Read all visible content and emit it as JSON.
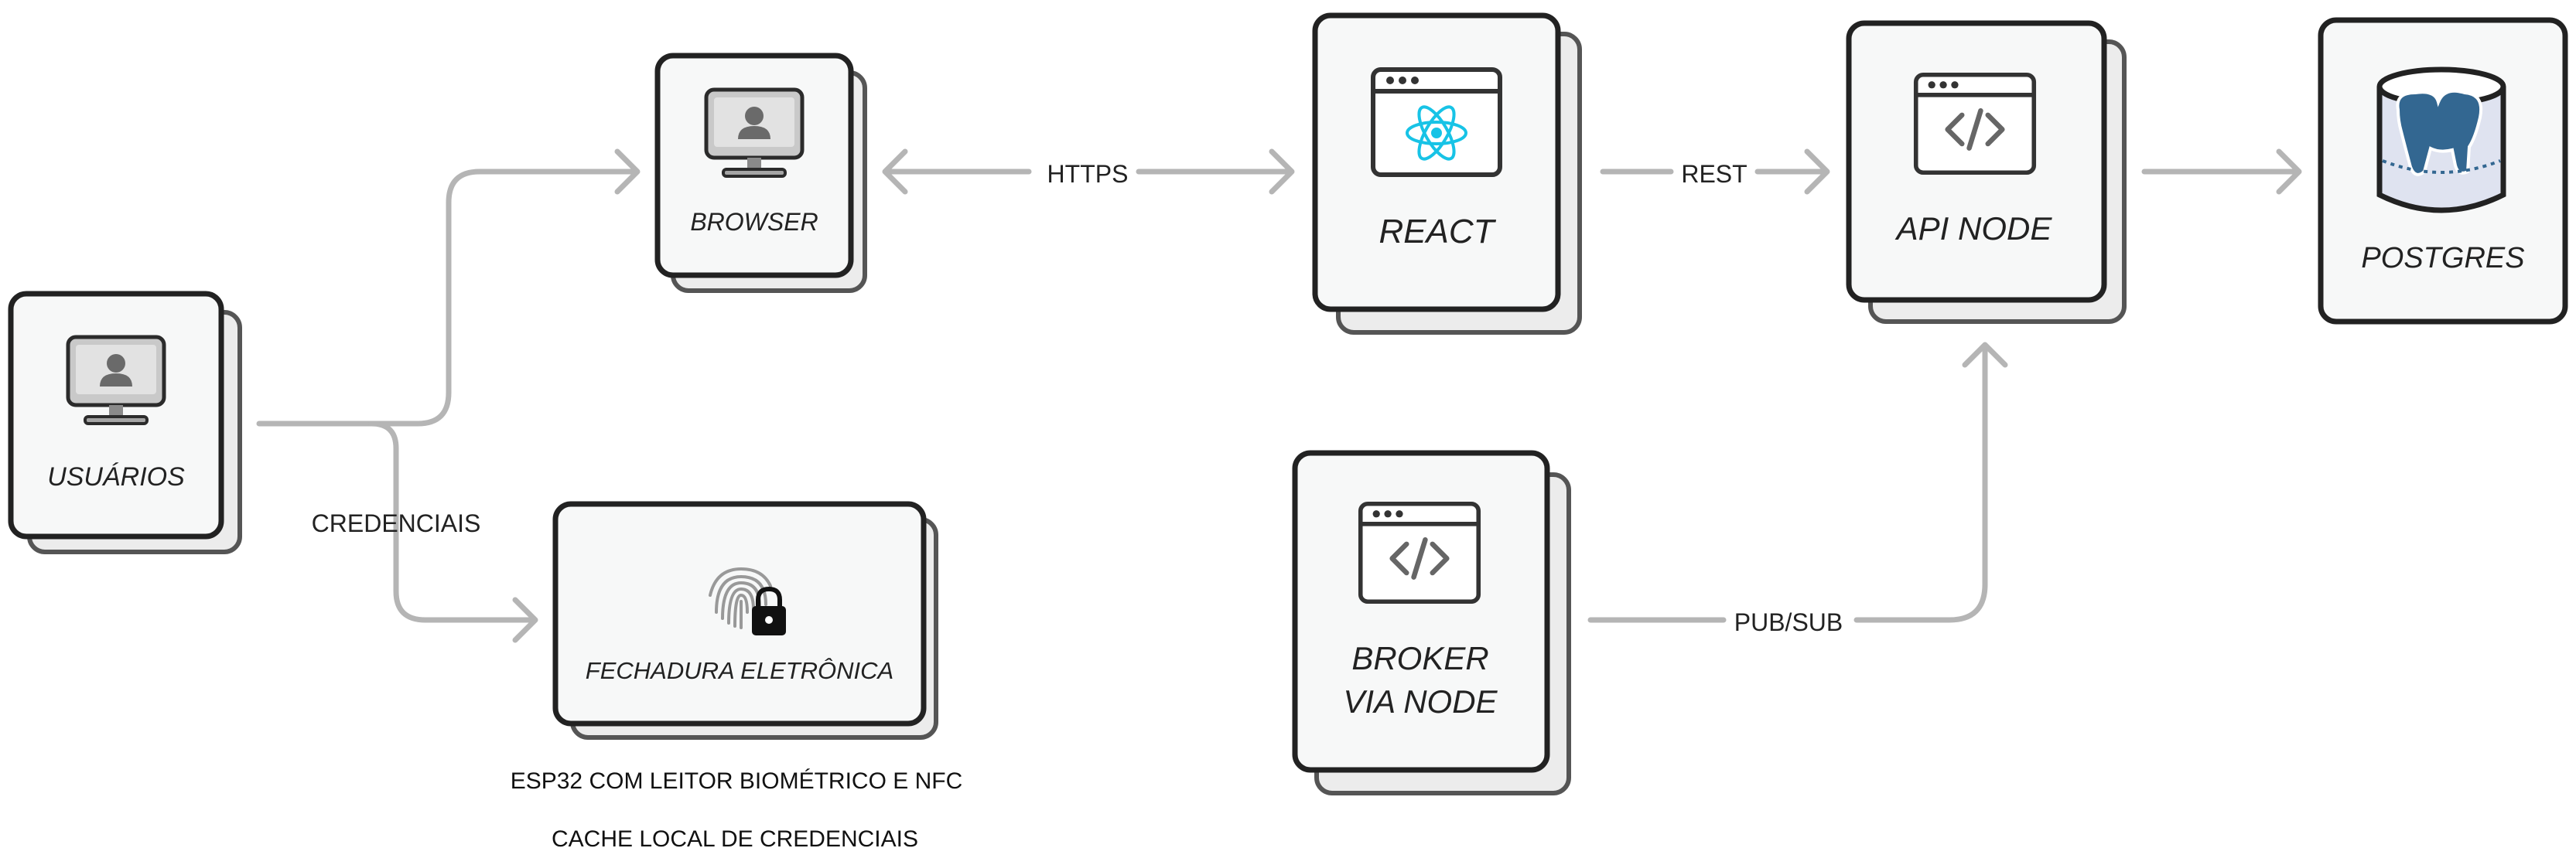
{
  "nodes": {
    "usuarios": {
      "label": "USUÁRIOS"
    },
    "browser": {
      "label": "BROWSER"
    },
    "fechadura": {
      "label": "FECHADURA ELETRÔNICA",
      "notes": [
        "ESP32 COM LEITOR BIOMÉTRICO E NFC",
        "CACHE LOCAL DE CREDENCIAIS"
      ]
    },
    "react": {
      "label": "REACT"
    },
    "api_node": {
      "label": "API NODE"
    },
    "postgres": {
      "label": "POSTGRES"
    },
    "broker": {
      "label_lines": [
        "BROKER",
        "VIA NODE"
      ]
    }
  },
  "edges": {
    "https": "HTTPS",
    "rest": "REST",
    "credenciais": "CREDENCIAIS",
    "pubsub": "PUB/SUB"
  },
  "icons": {
    "usuarios": "monitor-user-icon",
    "browser": "monitor-user-icon",
    "fechadura": "fingerprint-lock-icon",
    "react": "react-window-icon",
    "api_node": "code-window-icon",
    "broker": "code-window-icon",
    "postgres": "postgres-database-icon"
  },
  "colors": {
    "box_border": "#222222",
    "box_fill": "#f7f8f8",
    "shadow_fill": "#ececec",
    "shadow_border": "#555555",
    "connector": "#b5b5b5",
    "react_accent": "#17c3e6",
    "postgres_accent": "#336791"
  }
}
